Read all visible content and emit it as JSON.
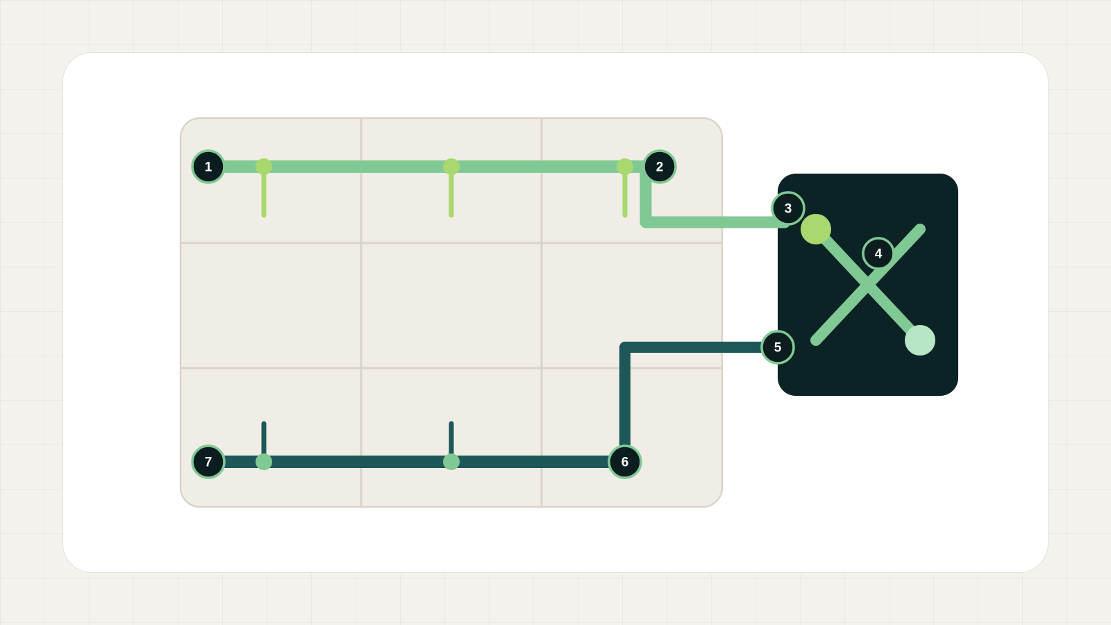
{
  "markers": [
    {
      "id": "1",
      "label": "1"
    },
    {
      "id": "2",
      "label": "2"
    },
    {
      "id": "3",
      "label": "3"
    },
    {
      "id": "4",
      "label": "4"
    },
    {
      "id": "5",
      "label": "5"
    },
    {
      "id": "6",
      "label": "6"
    },
    {
      "id": "7",
      "label": "7"
    }
  ],
  "colors": {
    "page_background": "#f4f2ec",
    "card_background": "#ffffff",
    "grid_panel": "#f0ede6",
    "grid_lines": "#d8d4c9",
    "dark_box": "#0c2326",
    "light_green_line": "#80c995",
    "lime_accent": "#a8d86e",
    "dark_teal_line": "#1d5758",
    "pale_green_node": "#b9e5c7",
    "marker_fill": "#0c1d1f",
    "marker_ring": "#80c995",
    "marker_text": "#ffffff"
  }
}
